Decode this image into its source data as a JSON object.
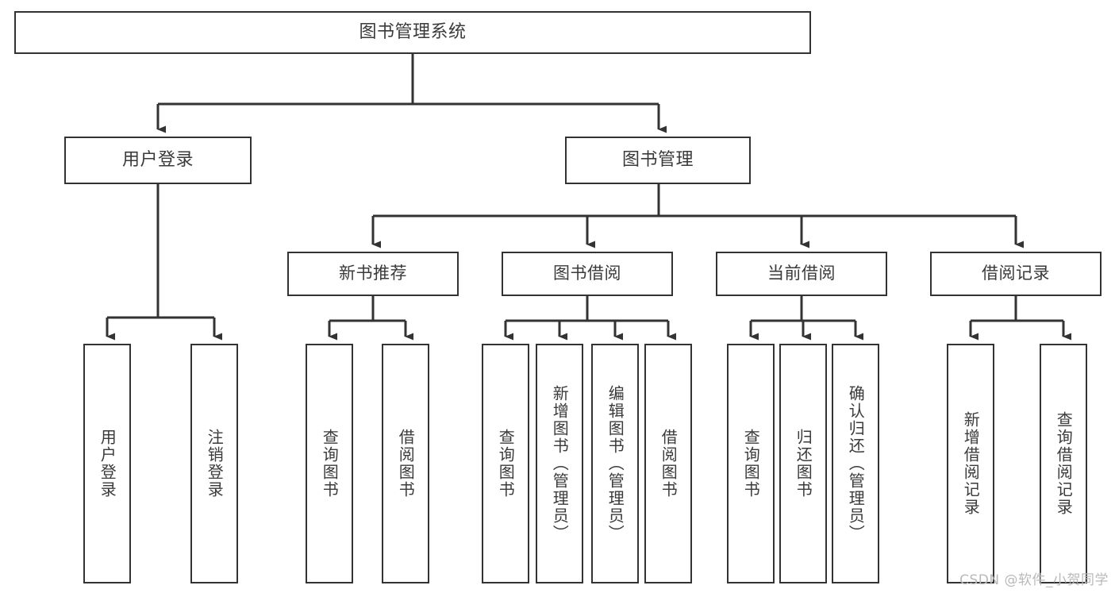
{
  "diagram": {
    "title": "图书管理系统",
    "type": "tree-hierarchy",
    "root": {
      "id": "root",
      "label": "图书管理系统"
    },
    "level2": [
      {
        "id": "user-login",
        "label": "用户登录"
      },
      {
        "id": "book-manage",
        "label": "图书管理"
      }
    ],
    "level3": [
      {
        "id": "new-book-recommend",
        "label": "新书推荐",
        "parent": "book-manage"
      },
      {
        "id": "book-borrow",
        "label": "图书借阅",
        "parent": "book-manage"
      },
      {
        "id": "current-borrow",
        "label": "当前借阅",
        "parent": "book-manage"
      },
      {
        "id": "borrow-record",
        "label": "借阅记录",
        "parent": "book-manage"
      }
    ],
    "leaves": [
      {
        "id": "leaf-user-login",
        "label": "用户登录",
        "parent": "user-login"
      },
      {
        "id": "leaf-logout",
        "label": "注销登录",
        "parent": "user-login"
      },
      {
        "id": "leaf-query-book-1",
        "label": "查询图书",
        "parent": "new-book-recommend"
      },
      {
        "id": "leaf-borrow-book-1",
        "label": "借阅图书",
        "parent": "new-book-recommend"
      },
      {
        "id": "leaf-query-book-2",
        "label": "查询图书",
        "parent": "book-borrow"
      },
      {
        "id": "leaf-add-book",
        "label": "新增图书（管理员）",
        "parent": "book-borrow"
      },
      {
        "id": "leaf-edit-book",
        "label": "编辑图书（管理员）",
        "parent": "book-borrow"
      },
      {
        "id": "leaf-borrow-book-2",
        "label": "借阅图书",
        "parent": "book-borrow"
      },
      {
        "id": "leaf-query-book-3",
        "label": "查询图书",
        "parent": "current-borrow"
      },
      {
        "id": "leaf-return-book",
        "label": "归还图书",
        "parent": "current-borrow"
      },
      {
        "id": "leaf-confirm-return",
        "label": "确认归还（管理员）",
        "parent": "current-borrow"
      },
      {
        "id": "leaf-add-record",
        "label": "新增借阅记录",
        "parent": "borrow-record"
      },
      {
        "id": "leaf-query-record",
        "label": "查询借阅记录",
        "parent": "borrow-record"
      }
    ]
  },
  "watermark": {
    "text": "CSDN @软件_小贺同学"
  },
  "colors": {
    "stroke": "#333333",
    "box_fill": "#ffffff",
    "text": "#3a3a3a",
    "watermark": "#b9b9b9",
    "background": "#ffffff"
  }
}
